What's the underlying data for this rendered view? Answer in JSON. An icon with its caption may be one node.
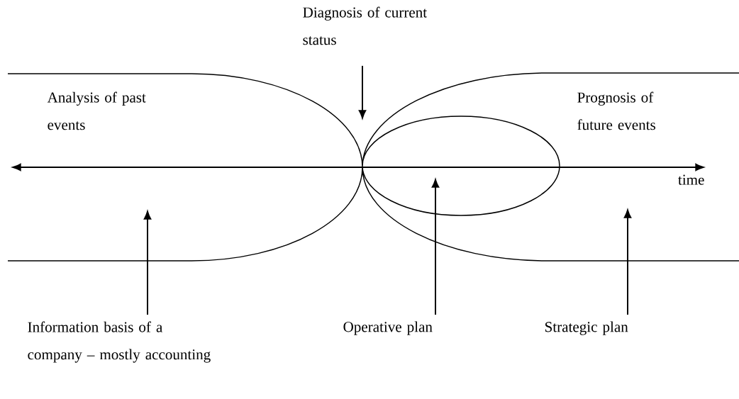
{
  "diagram": {
    "nodes": [
      {
        "text": [
          "Diagnosis of current status"
        ]
      },
      {
        "text": [
          "Information basis of a company – mostly accounting"
        ]
      },
      {
        "text": [
          "Operative plan"
        ]
      },
      {
        "text": [
          "Strategic plan"
        ]
      }
    ],
    "edges": [
      {
        "from": 0,
        "to": null,
        "arrow": "to"
      },
      {
        "from": 1,
        "to": null,
        "arrow": "to"
      },
      {
        "from": 2,
        "to": null,
        "arrow": "to"
      },
      {
        "from": 3,
        "to": null,
        "arrow": "to"
      }
    ],
    "labels": [
      "Analysis of past events",
      "Prognosis of future events",
      "time"
    ]
  }
}
